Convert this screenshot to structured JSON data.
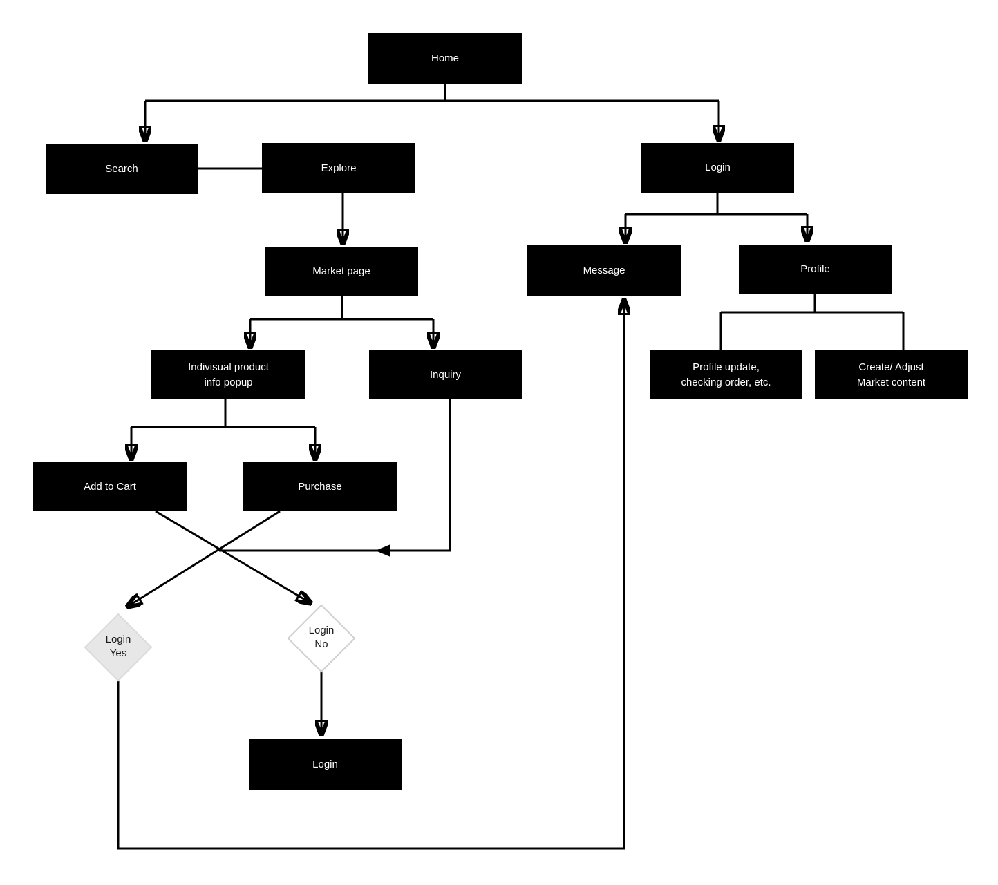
{
  "diagram": {
    "type": "flowchart",
    "colors": {
      "node_fill": "#000000",
      "node_text": "#ffffff",
      "connector": "#000000",
      "decision_yes_fill": "#e7e7e7",
      "decision_yes_border": "#dcdcdc",
      "decision_no_fill": "#ffffff",
      "decision_no_border": "#cfcfcf",
      "background": "#ffffff"
    },
    "nodes": {
      "home": {
        "label": "Home"
      },
      "search": {
        "label": "Search"
      },
      "explore": {
        "label": "Explore"
      },
      "login_top": {
        "label": "Login"
      },
      "market_page": {
        "label": "Market page"
      },
      "message": {
        "label": "Message"
      },
      "profile": {
        "label": "Profile"
      },
      "product_popup": {
        "label": "Indivisual product\ninfo popup"
      },
      "inquiry": {
        "label": "Inquiry"
      },
      "profile_update": {
        "label": "Profile update,\nchecking order, etc."
      },
      "create_adjust": {
        "label": "Create/ Adjust\nMarket content"
      },
      "add_to_cart": {
        "label": "Add to Cart"
      },
      "purchase": {
        "label": "Purchase"
      },
      "login_yes": {
        "label": "Login\nYes"
      },
      "login_no": {
        "label": "Login\nNo"
      },
      "login_bottom": {
        "label": "Login"
      }
    },
    "edges": [
      {
        "from": "Home",
        "to": "Search",
        "arrow": true
      },
      {
        "from": "Home",
        "to": "Login",
        "arrow": true
      },
      {
        "from": "Search",
        "to": "Explore",
        "arrow": false
      },
      {
        "from": "Explore",
        "to": "Market page",
        "arrow": true
      },
      {
        "from": "Market page",
        "to": "Indivisual product info popup",
        "arrow": true
      },
      {
        "from": "Market page",
        "to": "Inquiry",
        "arrow": true
      },
      {
        "from": "Indivisual product info popup",
        "to": "Add to Cart",
        "arrow": true
      },
      {
        "from": "Indivisual product info popup",
        "to": "Purchase",
        "arrow": true
      },
      {
        "from": "Inquiry",
        "to": "junction of Add to Cart / Purchase diagonals",
        "arrow": true
      },
      {
        "from": "Add to Cart",
        "to": "Login No",
        "arrow": true
      },
      {
        "from": "Purchase",
        "to": "Login Yes",
        "arrow": true
      },
      {
        "from": "Login No",
        "to": "Login (bottom)",
        "arrow": true
      },
      {
        "from": "Login Yes",
        "to": "Message",
        "arrow": true
      },
      {
        "from": "Login",
        "to": "Message",
        "arrow": true
      },
      {
        "from": "Login",
        "to": "Profile",
        "arrow": true
      },
      {
        "from": "Profile",
        "to": "Profile update, checking order, etc.",
        "arrow": false
      },
      {
        "from": "Profile",
        "to": "Create/ Adjust Market content",
        "arrow": false
      }
    ]
  }
}
